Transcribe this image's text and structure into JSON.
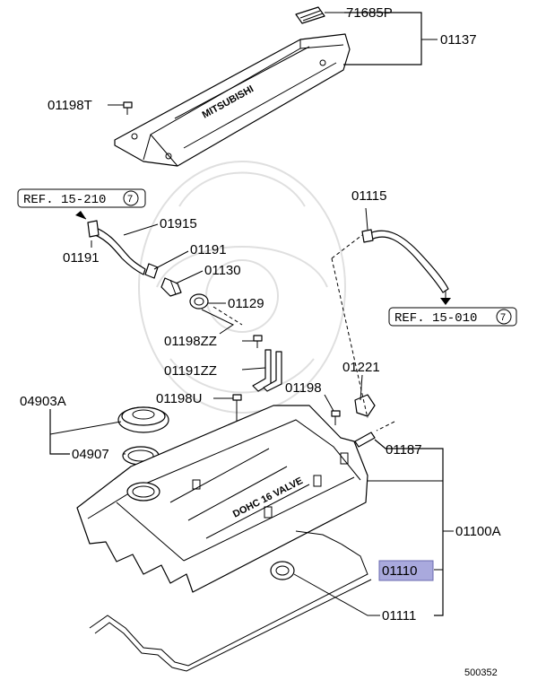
{
  "diagram": {
    "figure_code": "500352",
    "highlight_color": "#a9a9dd",
    "refs": [
      {
        "id": "ref-15-210",
        "text": "REF. 15-210",
        "circle": "7"
      },
      {
        "id": "ref-15-010",
        "text": "REF. 15-010",
        "circle": "7"
      }
    ],
    "labels": {
      "p71685P": "71685P",
      "p01137": "01137",
      "p01198T": "01198T",
      "p01915": "01915",
      "p01191a": "01191",
      "p01191b": "01191",
      "p01130": "01130",
      "p01129": "01129",
      "p01115": "01115",
      "p01198ZZ": "01198ZZ",
      "p01191ZZ": "01191ZZ",
      "p04903A": "04903A",
      "p01198U": "01198U",
      "p01221": "01221",
      "p01198": "01198",
      "p04907": "04907",
      "p01187": "01187",
      "p01100A": "01100A",
      "p01110": "01110",
      "p01111": "01111"
    },
    "cover_text": "MITSUBISHI",
    "head_text": "DOHC 16 VALVE"
  }
}
